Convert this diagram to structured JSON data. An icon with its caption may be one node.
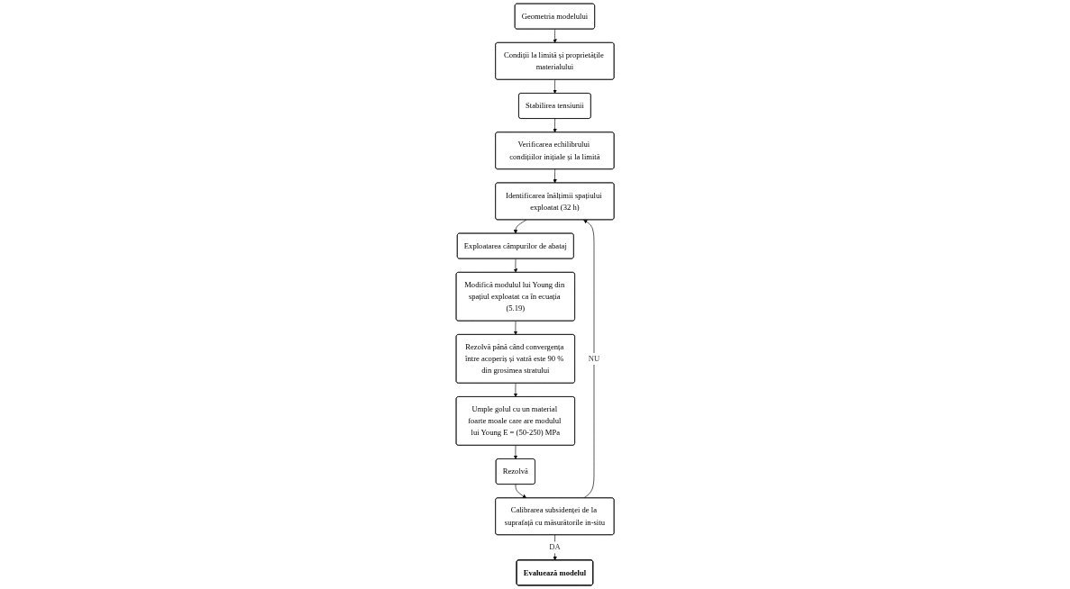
{
  "diagram": {
    "nodes": [
      {
        "text": [
          "Geometria modelului"
        ]
      },
      {
        "text": [
          "Condiții la limită și proprietățile materialului"
        ]
      },
      {
        "text": [
          "Stabilirea tensiunii"
        ]
      },
      {
        "text": [
          "Verificarea echilibrului condițiilor inițiale și la limită"
        ]
      },
      {
        "text": [
          "Identificarea înălțimii spațiului exploatat (32 h)"
        ]
      },
      {
        "text": [
          "Exploatarea câmpurilor de abataj"
        ]
      },
      {
        "text": [
          "Modifică modulul lui Young din spațiul exploatat ca în ecuația (5.19)"
        ]
      },
      {
        "text": [
          "Rezolvă până când convergența între acoperiș și vatră este 90 % din grosimea stratului"
        ]
      },
      {
        "text": [
          "Umple golul cu un material foarte moale care are modulul lui Young E = (50-250) MPa"
        ]
      },
      {
        "text": [
          "Rezolvă"
        ]
      },
      {
        "text": [
          "Calibrarea subsidenței de la suprafață cu măsurătorile in-situ"
        ]
      },
      {
        "text": [
          "Evaluează modelul"
        ]
      }
    ],
    "edges": [
      {
        "from": 0,
        "to": 1,
        "arrow": "to"
      },
      {
        "from": 1,
        "to": 2,
        "arrow": "to"
      },
      {
        "from": 2,
        "to": 3,
        "arrow": "to"
      },
      {
        "from": 3,
        "to": 4,
        "arrow": "to"
      },
      {
        "from": 4,
        "to": 5,
        "arrow": "to"
      },
      {
        "from": 5,
        "to": 6,
        "arrow": "to"
      },
      {
        "from": 6,
        "to": 7,
        "arrow": "to"
      },
      {
        "from": 7,
        "to": 8,
        "arrow": "to"
      },
      {
        "from": 8,
        "to": 9,
        "arrow": "to"
      },
      {
        "from": 9,
        "to": 10,
        "arrow": "to"
      },
      {
        "from": 10,
        "to": 4,
        "arrow": "to",
        "label": "NU"
      },
      {
        "from": 10,
        "to": 11,
        "arrow": "to",
        "label": "DA"
      }
    ]
  }
}
